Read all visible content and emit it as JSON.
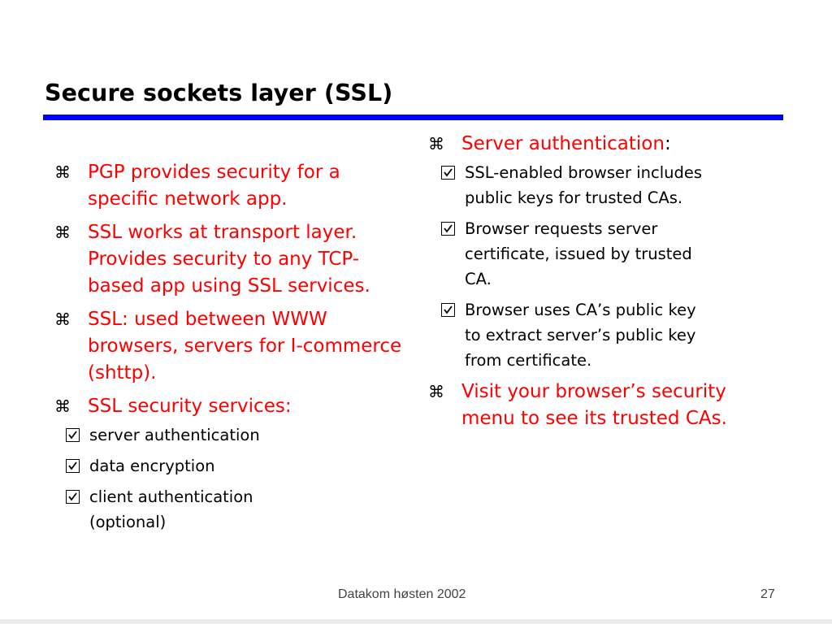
{
  "slide": {
    "title": "Secure sockets layer (SSL)",
    "colors": {
      "rule": "#0000ff",
      "accent_text": "#ff0000",
      "body_text": "#000000"
    },
    "left_column": {
      "bullets": [
        {
          "text": "PGP provides security for a specific network app."
        },
        {
          "text": "SSL works at transport layer. Provides security to any TCP-based app using SSL services."
        },
        {
          "text": "SSL: used between WWW browsers, servers for I-commerce (shttp)."
        },
        {
          "text": "SSL security services:",
          "sub": [
            "server authentication",
            "data encryption",
            "client authentication (optional)"
          ]
        }
      ]
    },
    "right_column": {
      "bullets": [
        {
          "text": "Server authentication",
          "suffix": ":",
          "sub": [
            "SSL-enabled browser includes public keys for trusted CAs.",
            "Browser requests server certificate, issued by trusted CA.",
            "Browser uses CA’s public key to extract server’s public key from certificate."
          ]
        },
        {
          "text": "Visit your browser’s security menu to see its trusted CAs."
        }
      ]
    },
    "bullet_icons": {
      "level1": "command-key-icon",
      "level2": "checkbox-check-icon"
    },
    "bullet_glyph": "⌘",
    "footer": {
      "center": "Datakom høsten 2002",
      "page_number": "27"
    }
  }
}
